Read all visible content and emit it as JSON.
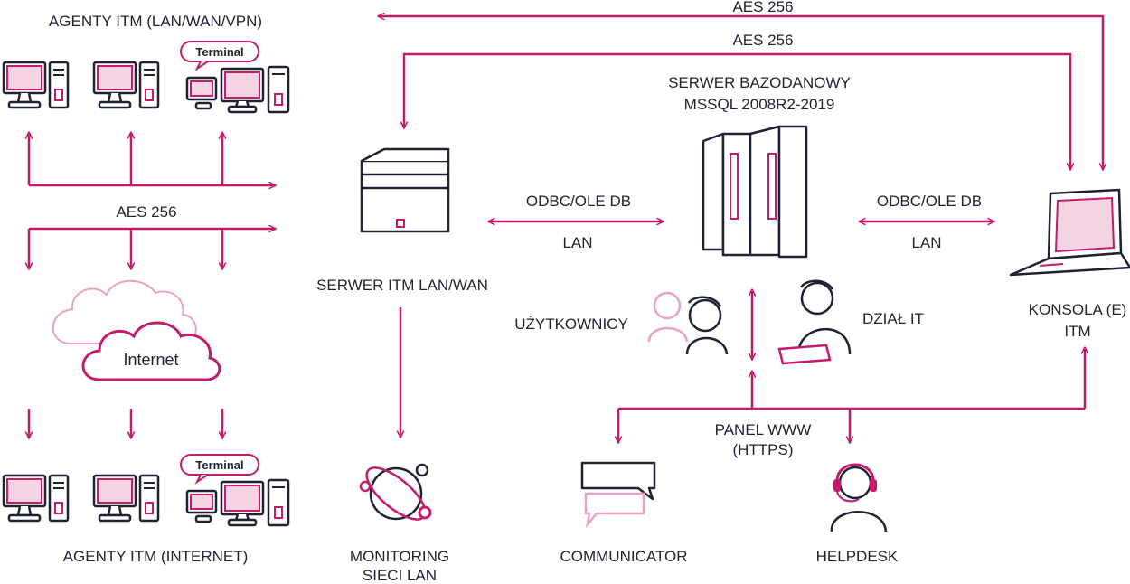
{
  "labels": {
    "agents_lan": "AGENTY ITM (LAN/WAN/VPN)",
    "agents_internet": "AGENTY ITM (INTERNET)",
    "terminal_top": "Terminal",
    "terminal_bottom": "Terminal",
    "internet": "Internet",
    "aes_top": "AES 256",
    "aes_second": "AES 256",
    "aes_left": "AES 256",
    "server_itm": "SERWER ITM LAN/WAN",
    "db_server_line1": "SERWER BAZODANOWY",
    "db_server_line2": "MSSQL 2008R2-2019",
    "odbc_left": "ODBC/OLE DB",
    "lan_left": "LAN",
    "odbc_right": "ODBC/OLE DB",
    "lan_right": "LAN",
    "console_line1": "KONSOLA (E)",
    "console_line2": "ITM",
    "users": "UŻYTKOWNICY",
    "it_dept": "DZIAŁ IT",
    "panel_line1": "PANEL WWW",
    "panel_line2": "(HTTPS)",
    "monitoring_line1": "MONITORING",
    "monitoring_line2": "SIECI LAN",
    "communicator": "COMMUNICATOR",
    "helpdesk": "HELPDESK"
  },
  "colors": {
    "accent": "#c41c6a",
    "ink": "#1f2233",
    "light_accent": "#e6a3c4"
  },
  "icons": [
    "desktop-pc-icon",
    "terminal-bubble-icon",
    "cloud-icon",
    "server-tower-icon",
    "database-server-icon",
    "laptop-icon",
    "user-icon",
    "admin-user-icon",
    "orbit-icon",
    "chat-bubbles-icon",
    "headset-agent-icon"
  ]
}
